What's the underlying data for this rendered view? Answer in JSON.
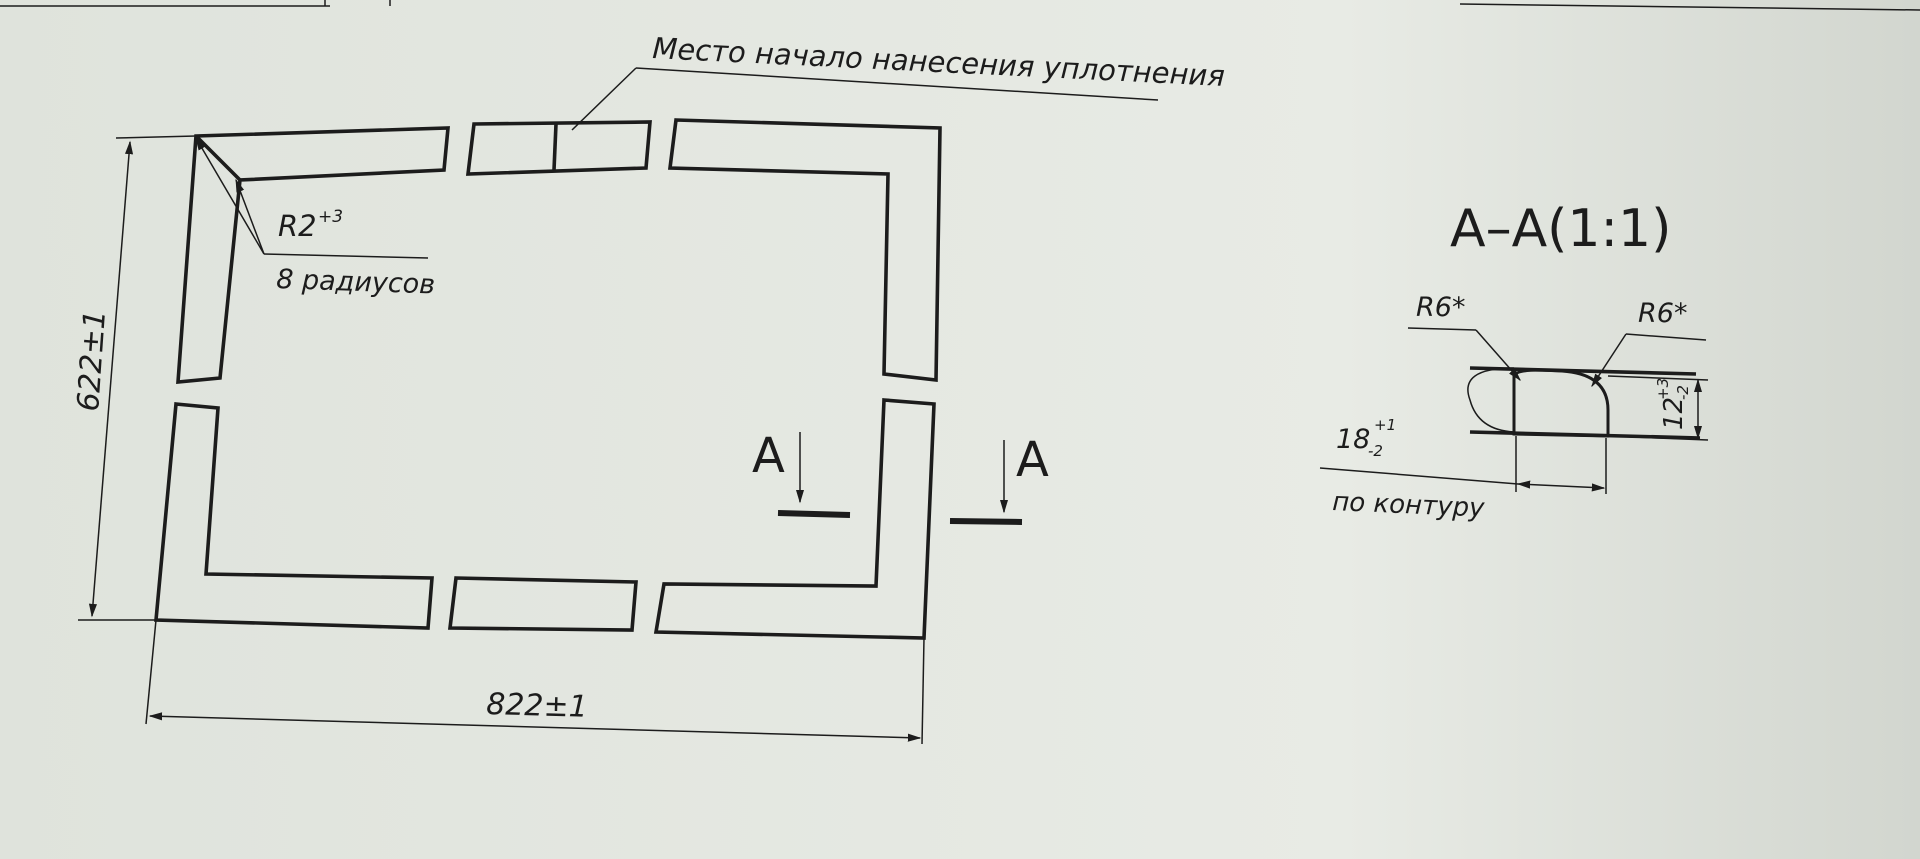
{
  "drawing": {
    "seal_start_note": "Место начало нанесения уплотнения",
    "radius_label": "R2",
    "radius_tol": "+3",
    "radius_count": "8 радиусов",
    "height_dim": "622±1",
    "width_dim": "822±1",
    "section_mark_left": "A",
    "section_mark_right": "A"
  },
  "section": {
    "title": "A–A(1:1)",
    "r_left": "R6*",
    "r_right": "R6*",
    "height_base": "12",
    "height_tol_up": "+3",
    "height_tol_down": "-2",
    "width_base": "18",
    "width_tol_up": "+1",
    "width_tol_down": "-2",
    "contour_note": "по контуру"
  }
}
